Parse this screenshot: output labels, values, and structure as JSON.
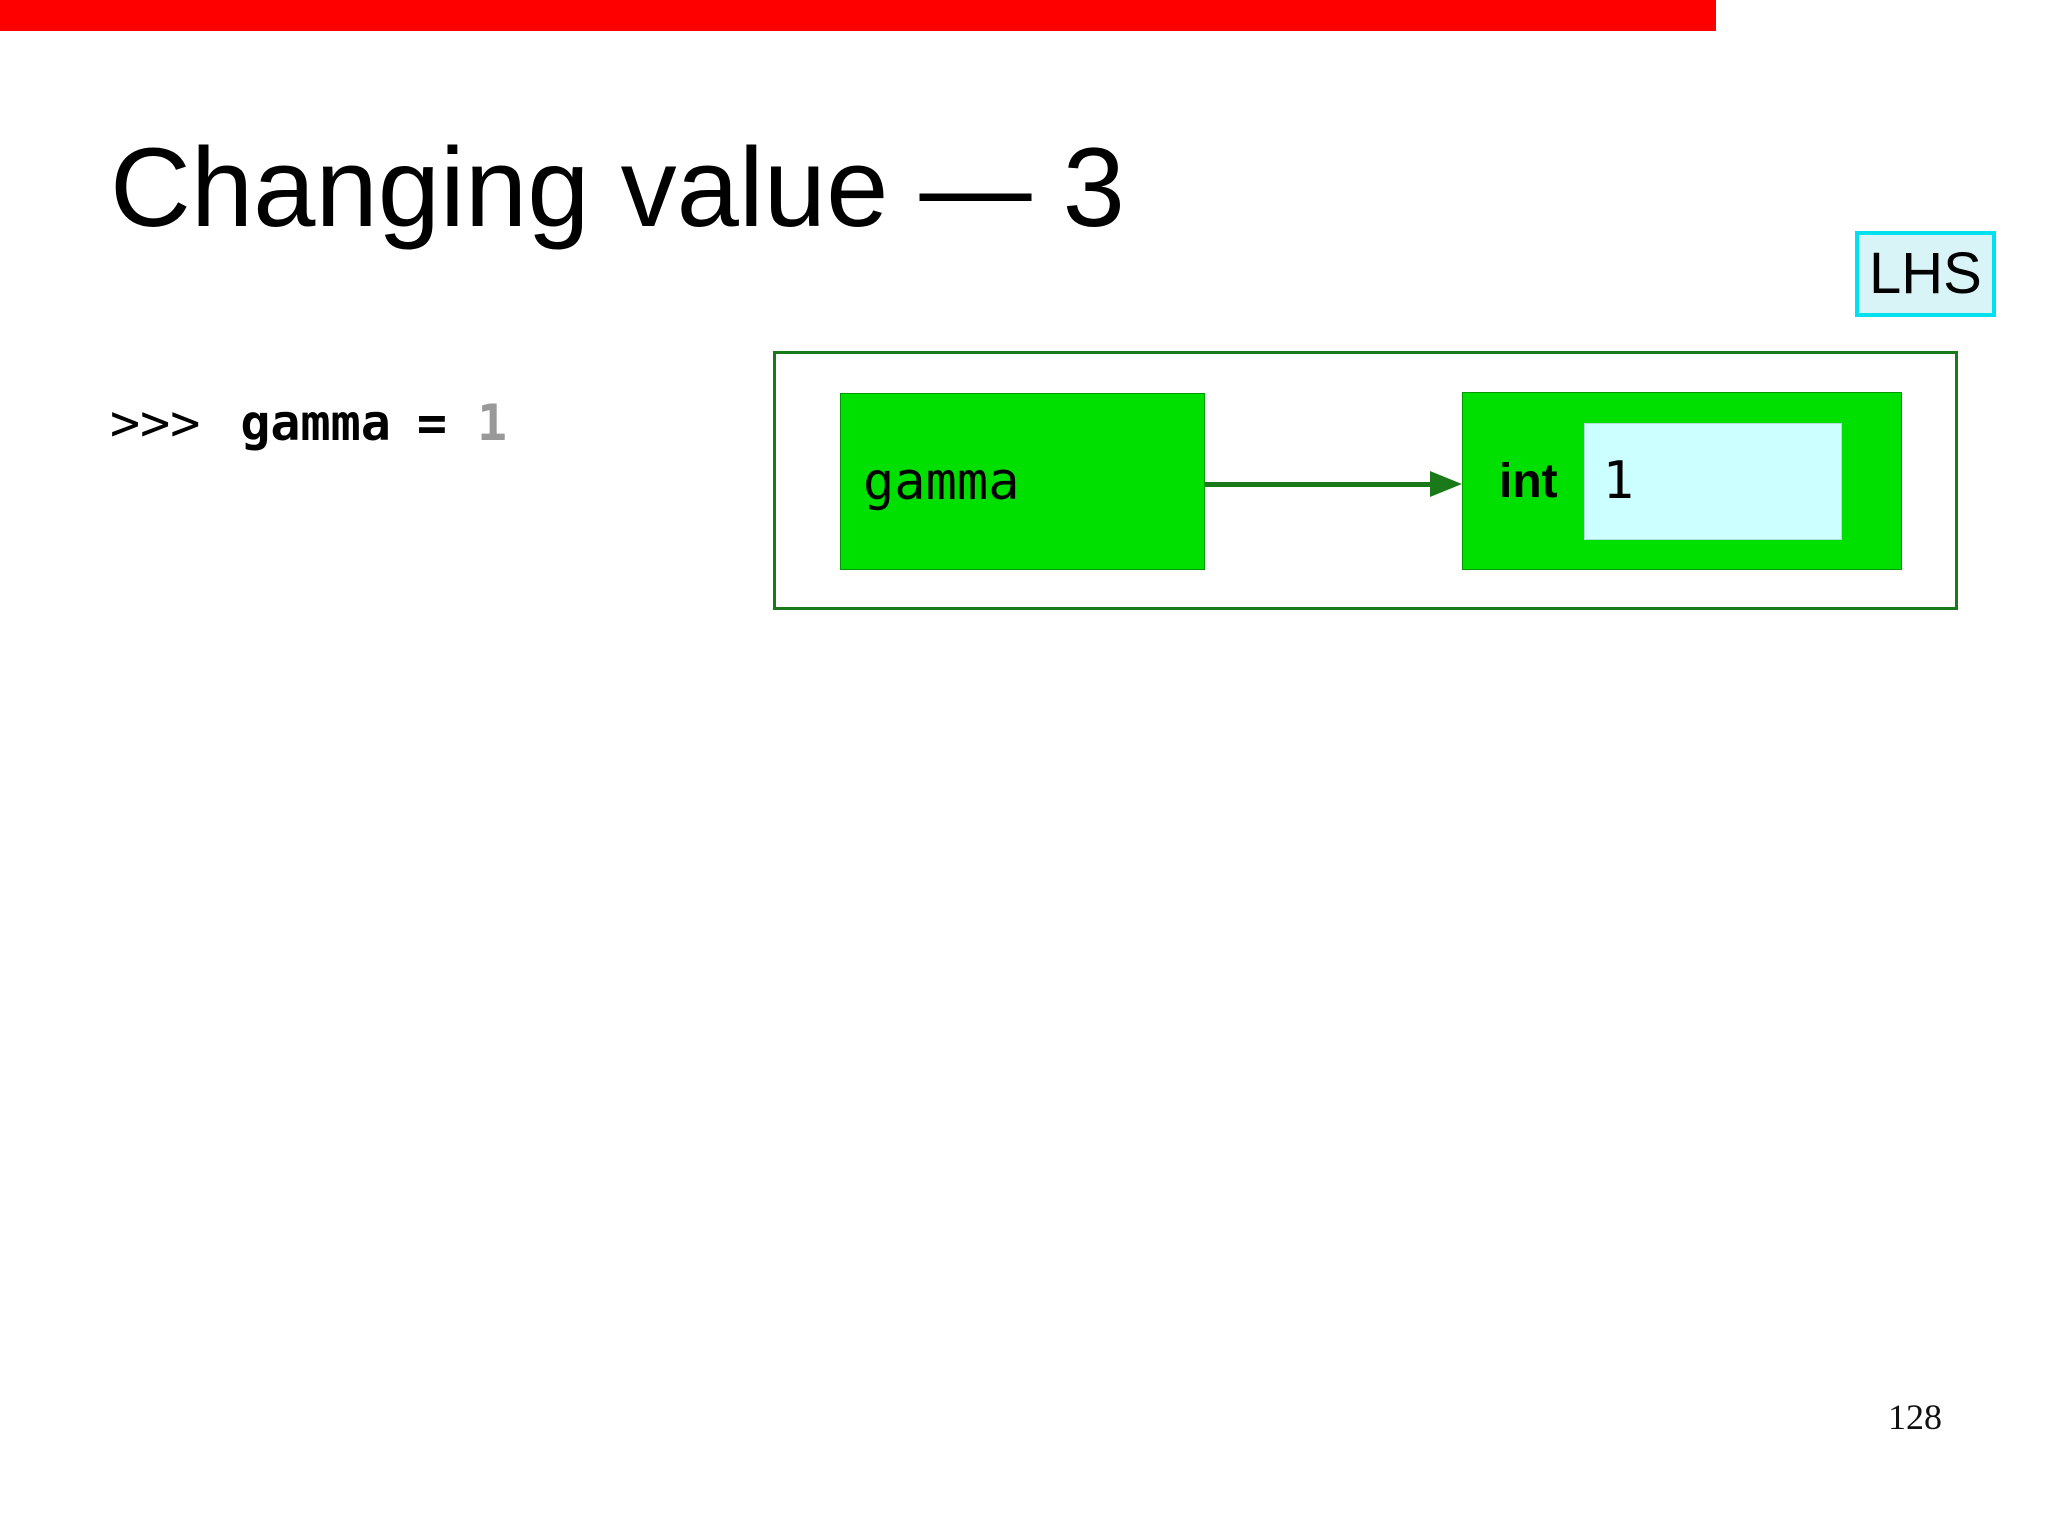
{
  "slide": {
    "title": "Changing value — 3",
    "page_number": "128"
  },
  "badge": {
    "label": "LHS"
  },
  "code": {
    "prompt": ">>>",
    "variable": "gamma",
    "operator": "=",
    "value": "1"
  },
  "diagram": {
    "variable_box_label": "gamma",
    "type_label": "int",
    "value": "1"
  },
  "colors": {
    "progress_red": "#ff0000",
    "bright_green": "#00e000",
    "dark_green": "#1a7a1a",
    "light_cyan": "#ccffff",
    "badge_border_cyan": "#00e0ee",
    "badge_bg": "#d8f4f6",
    "code_value_gray": "#999999"
  }
}
